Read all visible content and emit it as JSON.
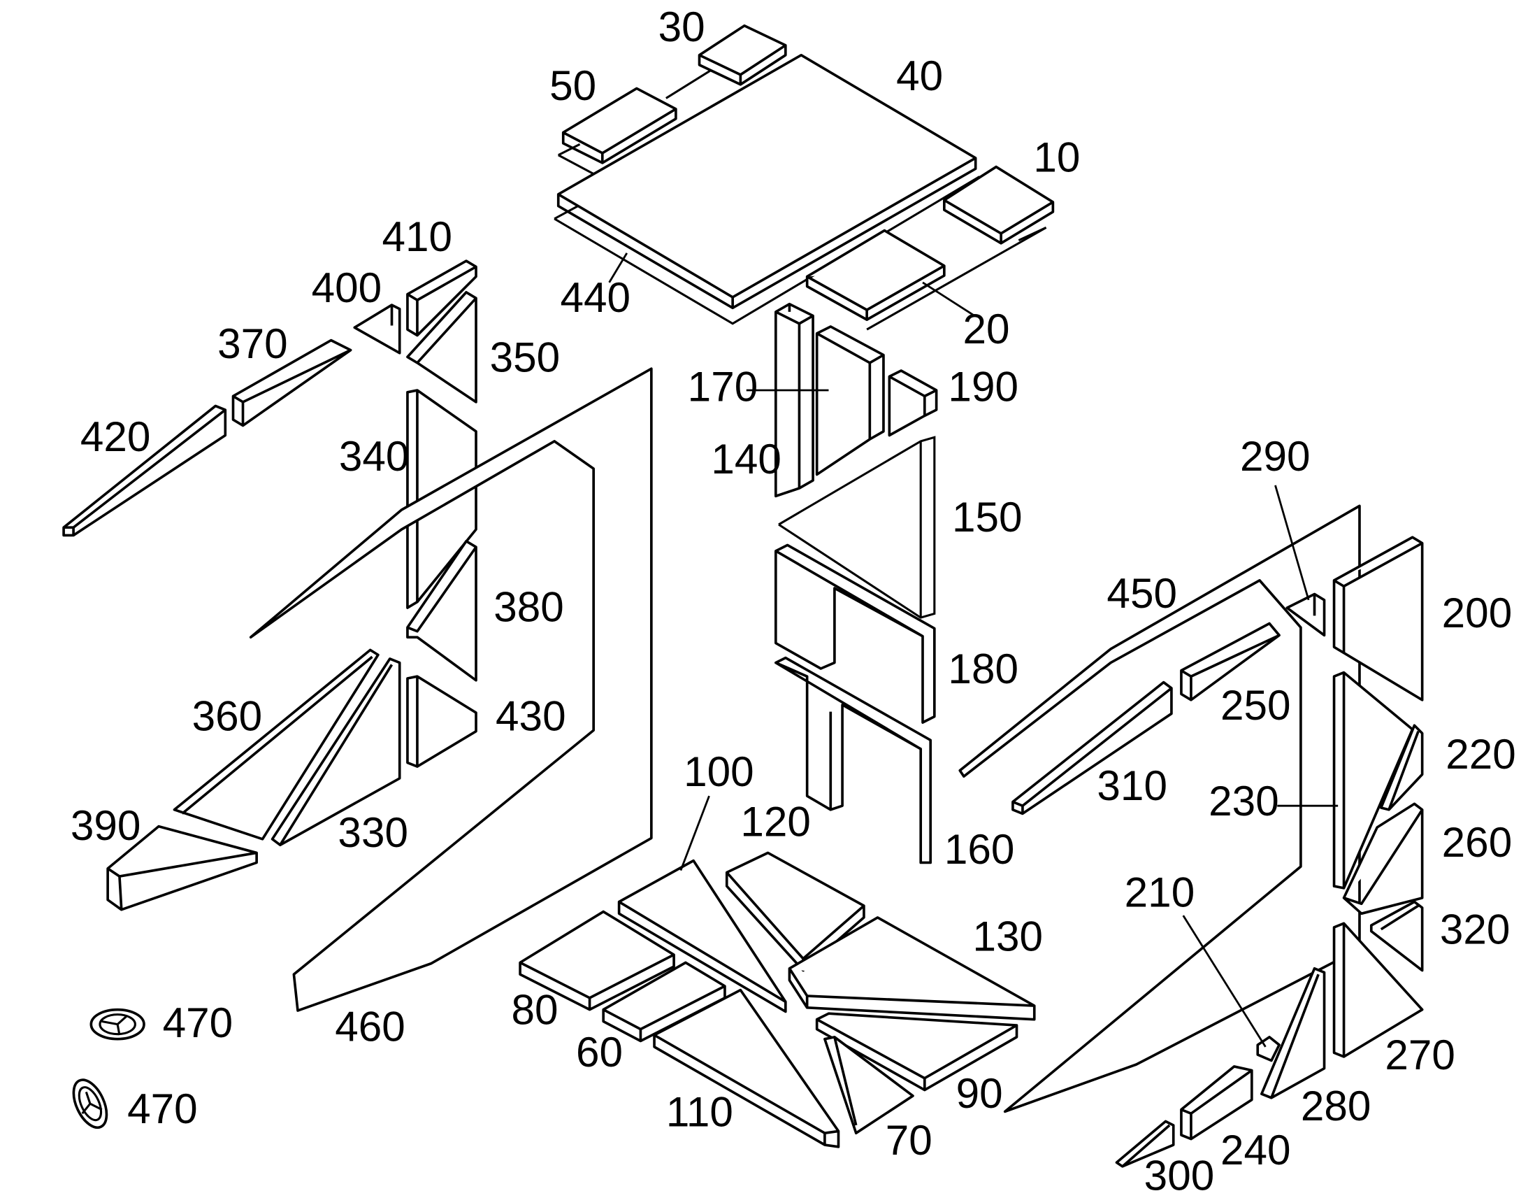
{
  "labels": {
    "l10": "10",
    "l20": "20",
    "l30": "30",
    "l40": "40",
    "l50": "50",
    "l60": "60",
    "l70": "70",
    "l80": "80",
    "l90": "90",
    "l100": "100",
    "l110": "110",
    "l120": "120",
    "l130": "130",
    "l140": "140",
    "l150": "150",
    "l160": "160",
    "l170": "170",
    "l180": "180",
    "l190": "190",
    "l200": "200",
    "l210": "210",
    "l220": "220",
    "l230": "230",
    "l240": "240",
    "l250": "250",
    "l260": "260",
    "l270": "270",
    "l280": "280",
    "l290": "290",
    "l300": "300",
    "l310": "310",
    "l320": "320",
    "l330": "330",
    "l340": "340",
    "l350": "350",
    "l360": "360",
    "l370": "370",
    "l380": "380",
    "l390": "390",
    "l400": "400",
    "l410": "410",
    "l420": "420",
    "l430": "430",
    "l440": "440",
    "l450": "450",
    "l460": "460",
    "l470a": "470",
    "l470b": "470"
  }
}
